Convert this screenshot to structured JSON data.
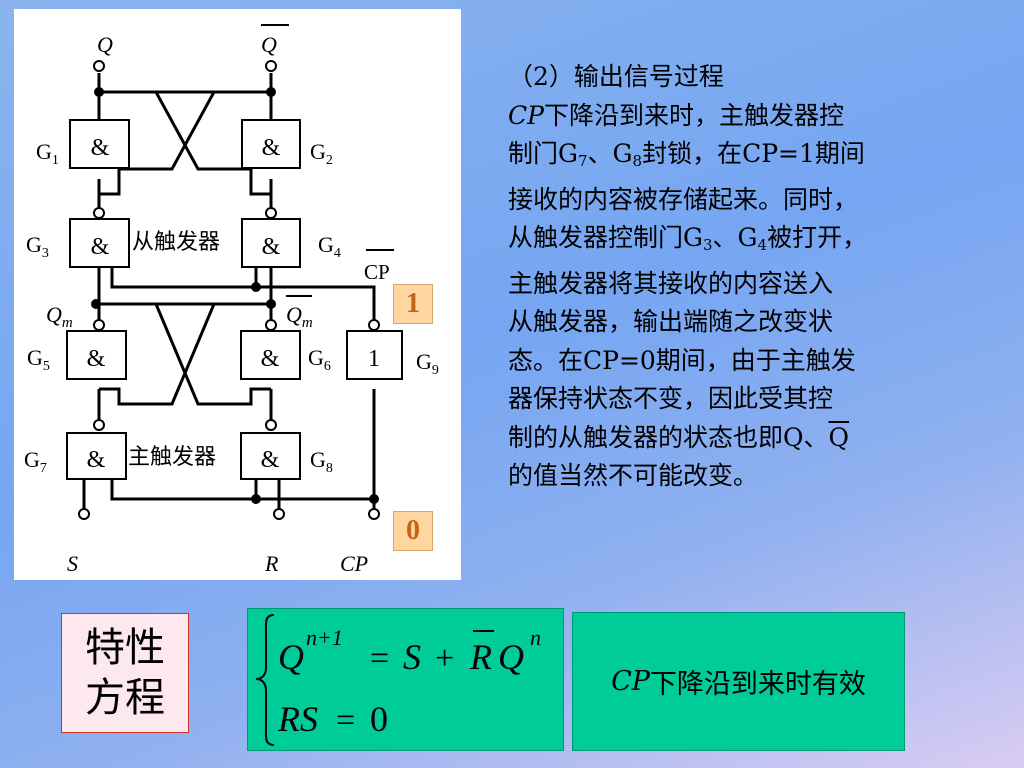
{
  "diagram": {
    "outputs": {
      "q": "Q",
      "q_bar": "Q"
    },
    "gates": {
      "g1": {
        "name": "G",
        "sub": "1",
        "symbol": "&"
      },
      "g2": {
        "name": "G",
        "sub": "2",
        "symbol": "&"
      },
      "g3": {
        "name": "G",
        "sub": "3",
        "symbol": "&"
      },
      "g4": {
        "name": "G",
        "sub": "4",
        "symbol": "&"
      },
      "g5": {
        "name": "G",
        "sub": "5",
        "symbol": "&"
      },
      "g6": {
        "name": "G",
        "sub": "6",
        "symbol": "&"
      },
      "g7": {
        "name": "G",
        "sub": "7",
        "symbol": "&"
      },
      "g8": {
        "name": "G",
        "sub": "8",
        "symbol": "&"
      },
      "g9": {
        "name": "G",
        "sub": "9",
        "symbol": "1"
      }
    },
    "labels": {
      "slave": "从触发器",
      "master": "主触发器",
      "qm": "Q",
      "qm_sub": "m",
      "qm_bar": "Q",
      "qm_bar_sub": "m",
      "cp_bar": "CP"
    },
    "inputs": {
      "s": "S",
      "r": "R",
      "cp": "CP"
    }
  },
  "badges": {
    "one": "1",
    "zero": "0"
  },
  "explanation": {
    "heading": "（2）输出信号过程",
    "line1_cp": "CP",
    "line1_rest": "下降沿到来时，主触发器控",
    "line2_a": "制门G",
    "line2_sub7": "7",
    "line2_b": "、G",
    "line2_sub8": "8",
    "line2_c": "封锁，在CP=1期间",
    "line3": "接收的内容被存储起来。同时，",
    "line4_a": "从触发器控制门G",
    "line4_sub3": "3",
    "line4_b": "、G",
    "line4_sub4": "4",
    "line4_c": "被打开，",
    "line5": "主触发器将其接收的内容送入",
    "line6": "从触发器，输出端随之改变状",
    "line7": "态。在CP=0期间，由于主触发",
    "line8": "器保持状态不变，因此受其控",
    "line9_a": "制的从触发器的状态也即Q、",
    "line9_qbar": "Q",
    "line10": "的值当然不可能改变。"
  },
  "characteristic": {
    "line1": "特性",
    "line2": "方程"
  },
  "equation": {
    "lhs": "Q",
    "lhs_sup": "n+1",
    "eq": "=",
    "s": "S",
    "plus": "+",
    "rbar": "R",
    "q": "Q",
    "q_sup": "n",
    "line2_lhs": "RS",
    "line2_eq": "=",
    "line2_rhs": "0"
  },
  "condition": {
    "cp": "CP",
    "text": "下降沿到来时有效"
  }
}
